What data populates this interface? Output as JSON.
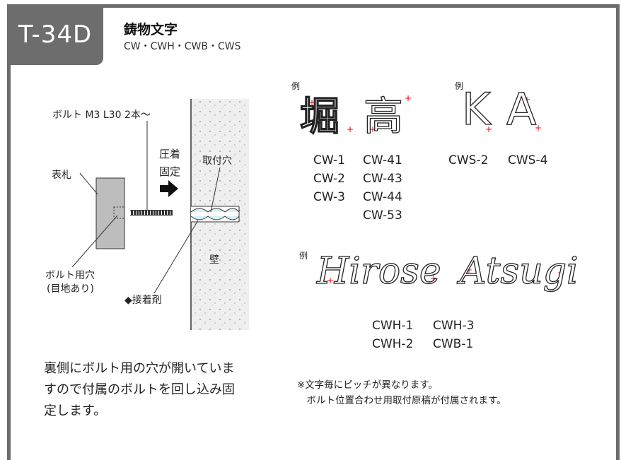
{
  "header": {
    "code": "T-34D",
    "title": "鋳物文字",
    "subtitle": "CW・CWH・CWB・CWS"
  },
  "diagram": {
    "bolt_label": "ボルト M3 L30 2本〜",
    "plate_label": "表札",
    "press_label_1": "圧着",
    "press_label_2": "固定",
    "mount_hole_label": "取付穴",
    "wall_label": "壁",
    "bolt_hole_label_1": "ボルト用穴",
    "bolt_hole_label_2": "(目地あり)",
    "adhesive_label": "◆接着剤"
  },
  "examples": {
    "example_marker": "例",
    "kanji_sample": [
      "堀",
      "高"
    ],
    "latin_sample": [
      "K",
      "A"
    ],
    "script_sample": [
      "Hirose",
      "Atsugi"
    ],
    "cw_models_col1": [
      "CW-1",
      "CW-2",
      "CW-3"
    ],
    "cw_models_col2": [
      "CW-41",
      "CW-43",
      "CW-44",
      "CW-53"
    ],
    "cws_models": [
      "CWS-2",
      "CWS-4"
    ],
    "cwh_models_col1": [
      "CWH-1",
      "CWH-2"
    ],
    "cwh_models_col2": [
      "CWH-3",
      "CWB-1"
    ]
  },
  "description": {
    "lines": [
      "裏側にボルト用の穴が開いていま",
      "すので付属のボルトを回し込み固",
      "定します。"
    ]
  },
  "note": {
    "lines": [
      "※文字毎にピッチが異なります。",
      "　ボルト位置合わせ用取付原稿が付属されます。"
    ]
  },
  "colors": {
    "frame": "#6d6d6d",
    "plate": "#bdbdbd",
    "wall": "#eeeeee",
    "marker": "#e60012"
  }
}
